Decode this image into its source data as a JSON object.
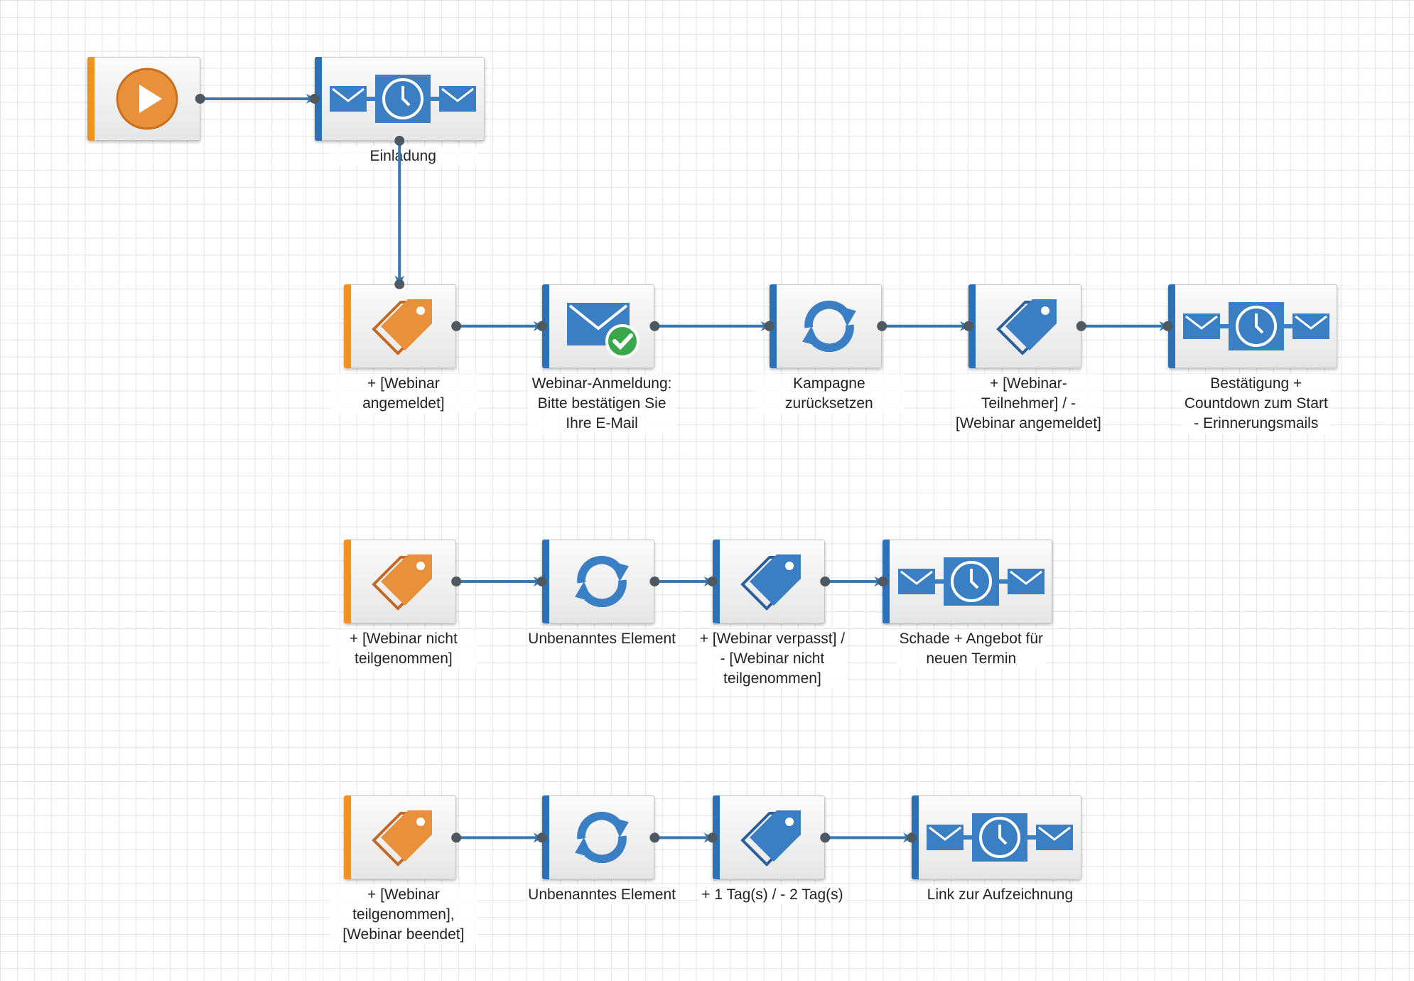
{
  "nodes": [
    {
      "id": "start",
      "kind": "start",
      "accent": "orange",
      "label": ""
    },
    {
      "id": "einladung",
      "kind": "mail-wait",
      "accent": "blue",
      "label": "Einladung"
    },
    {
      "id": "tag-webinar-angemeldet",
      "kind": "tag-orange",
      "accent": "orange",
      "label": "+ [Webinar angemeldet]"
    },
    {
      "id": "webinar-anmeldung",
      "kind": "mail-confirm",
      "accent": "blue",
      "label": "Webinar-Anmeldung: Bitte bestätigen Sie Ihre E-Mail"
    },
    {
      "id": "kampagne-zuruecksetzen",
      "kind": "reset",
      "accent": "blue",
      "label": "Kampagne zurücksetzen"
    },
    {
      "id": "tag-webinar-teilnehmer",
      "kind": "tag-blue",
      "accent": "blue",
      "label": "+ [Webinar-Teilnehmer] / - [Webinar angemeldet]"
    },
    {
      "id": "bestaetigung-countdown",
      "kind": "mail-wait",
      "accent": "blue",
      "label": "Bestätigung + Countdown zum Start - Erinnerungsmails"
    },
    {
      "id": "tag-webinar-nicht-teilgenommen",
      "kind": "tag-orange",
      "accent": "orange",
      "label": "+ [Webinar nicht teilgenommen]"
    },
    {
      "id": "unbenanntes-element-1",
      "kind": "reset",
      "accent": "blue",
      "label": "Unbenanntes Element"
    },
    {
      "id": "tag-webinar-verpasst",
      "kind": "tag-blue",
      "accent": "blue",
      "label": "+ [Webinar verpasst] / - [Webinar nicht teilgenommen]"
    },
    {
      "id": "schade-angebot",
      "kind": "mail-wait",
      "accent": "blue",
      "label": "Schade + Angebot für neuen Termin"
    },
    {
      "id": "tag-webinar-teilgenommen",
      "kind": "tag-orange",
      "accent": "orange",
      "label": "+ [Webinar teilgenommen], [Webinar beendet]"
    },
    {
      "id": "unbenanntes-element-2",
      "kind": "reset",
      "accent": "blue",
      "label": "Unbenanntes Element"
    },
    {
      "id": "tag-1-2",
      "kind": "tag-blue",
      "accent": "blue",
      "label": "+ 1 Tag(s) / - 2 Tag(s)"
    },
    {
      "id": "link-aufzeichnung",
      "kind": "mail-wait",
      "accent": "blue",
      "label": "Link zur Aufzeichnung"
    }
  ],
  "edges": [
    [
      "start",
      "einladung"
    ],
    [
      "einladung",
      "tag-webinar-angemeldet"
    ],
    [
      "tag-webinar-angemeldet",
      "webinar-anmeldung"
    ],
    [
      "webinar-anmeldung",
      "kampagne-zuruecksetzen"
    ],
    [
      "kampagne-zuruecksetzen",
      "tag-webinar-teilnehmer"
    ],
    [
      "tag-webinar-teilnehmer",
      "bestaetigung-countdown"
    ],
    [
      "tag-webinar-nicht-teilgenommen",
      "unbenanntes-element-1"
    ],
    [
      "unbenanntes-element-1",
      "tag-webinar-verpasst"
    ],
    [
      "tag-webinar-verpasst",
      "schade-angebot"
    ],
    [
      "tag-webinar-teilgenommen",
      "unbenanntes-element-2"
    ],
    [
      "unbenanntes-element-2",
      "tag-1-2"
    ],
    [
      "tag-1-2",
      "link-aufzeichnung"
    ]
  ],
  "colors": {
    "orange": "#f1921e",
    "blue": "#2c70b7",
    "icon_blue": "#3a7fc4",
    "icon_orange": "#e8903a",
    "wire": "#3a79b0",
    "port": "#4d5860",
    "check": "#3aa84a"
  }
}
